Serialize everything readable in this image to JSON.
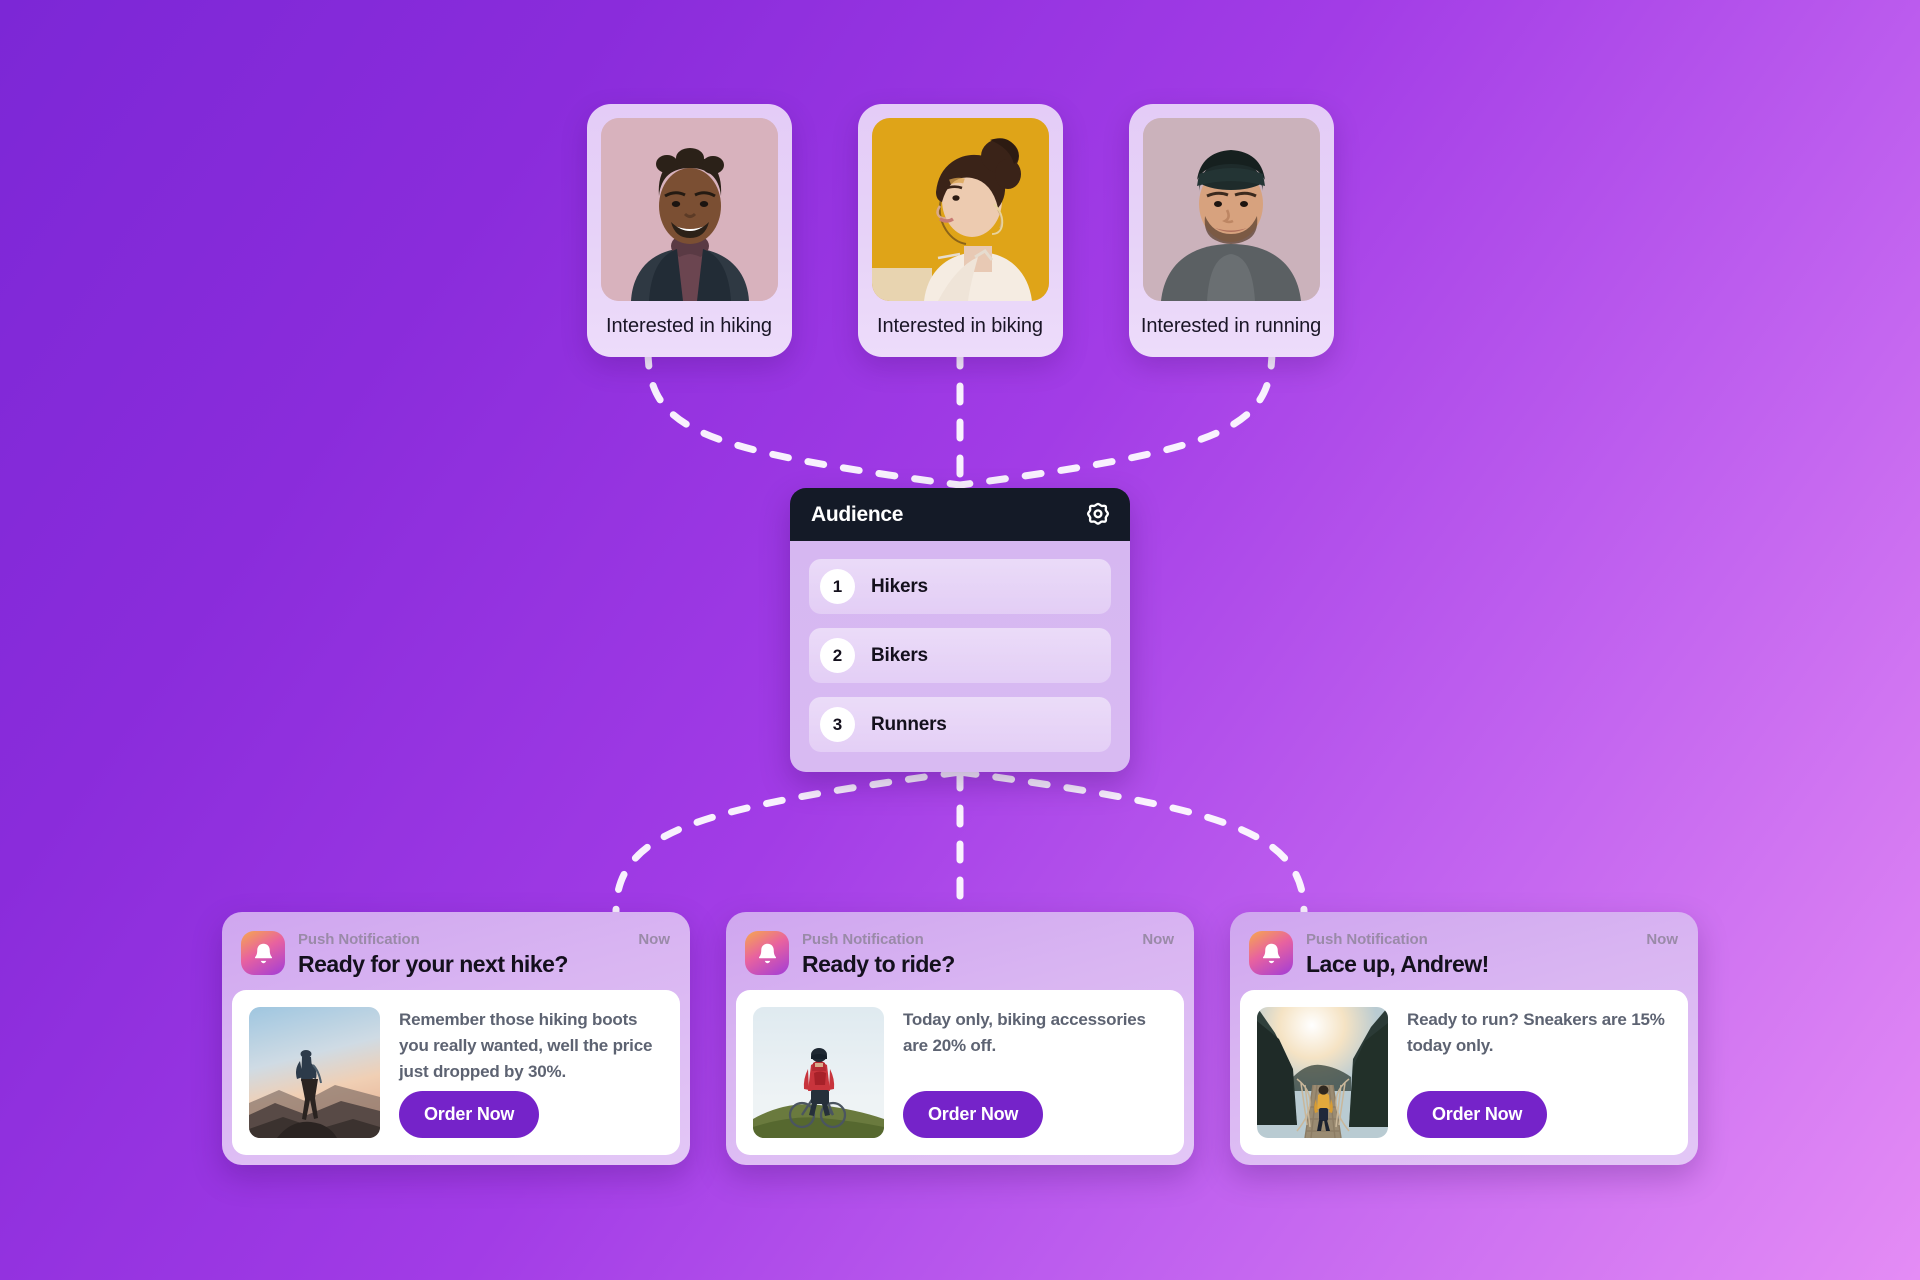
{
  "personas": [
    {
      "label": "Interested in hiking",
      "photo_bg": "#d8b2bd",
      "icon": "avatar-hiking"
    },
    {
      "label": "Interested in biking",
      "photo_bg": "#dfa418",
      "icon": "avatar-biking"
    },
    {
      "label": "Interested in running",
      "photo_bg": "#cbb2bb",
      "icon": "avatar-running"
    }
  ],
  "audience": {
    "title": "Audience",
    "settings_icon": "gear-icon",
    "segments": [
      {
        "number": "1",
        "name": "Hikers"
      },
      {
        "number": "2",
        "name": "Bikers"
      },
      {
        "number": "3",
        "name": "Runners"
      }
    ]
  },
  "notifications": [
    {
      "kind": "Push Notification",
      "time": "Now",
      "title": "Ready for your next hike?",
      "body": "Remember those hiking boots you really wanted, well the price just dropped by 30%.",
      "cta": "Order Now",
      "thumb": "hiker-on-mountain-at-sunset"
    },
    {
      "kind": "Push Notification",
      "time": "Now",
      "title": "Ready to ride?",
      "body": "Today only, biking accessories are 20% off.",
      "cta": "Order Now",
      "thumb": "cyclist-on-grassy-hill"
    },
    {
      "kind": "Push Notification",
      "time": "Now",
      "title": "Lace up, Andrew!",
      "body": "Ready to run? Sneakers are 15% today only.",
      "cta": "Order Now",
      "thumb": "runner-on-suspension-bridge"
    }
  ],
  "colors": {
    "background_start": "#7c27d6",
    "background_end": "#e48cf5",
    "panel_header": "#141a27",
    "cta_purple": "#7523c9",
    "connector": "#ffffff"
  }
}
